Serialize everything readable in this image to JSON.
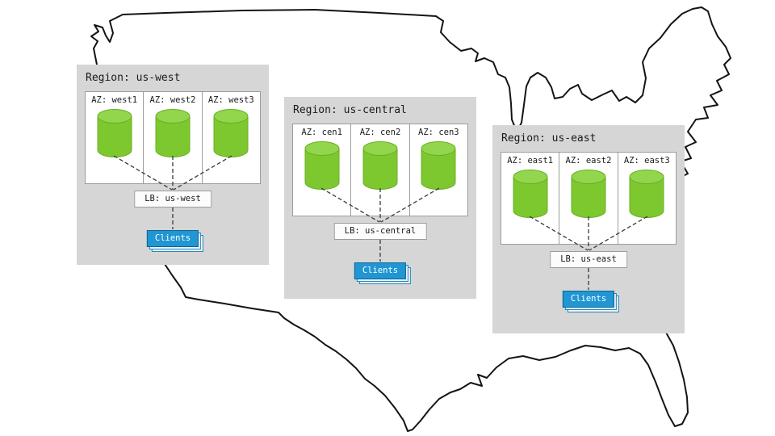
{
  "regions": [
    {
      "title": "Region: us-west",
      "azs": [
        "AZ: west1",
        "AZ: west2",
        "AZ: west3"
      ],
      "lb": "LB: us-west",
      "clients": "Clients"
    },
    {
      "title": "Region: us-central",
      "azs": [
        "AZ: cen1",
        "AZ: cen2",
        "AZ: cen3"
      ],
      "lb": "LB: us-central",
      "clients": "Clients"
    },
    {
      "title": "Region: us-east",
      "azs": [
        "AZ: east1",
        "AZ: east2",
        "AZ: east3"
      ],
      "lb": "LB: us-east",
      "clients": "Clients"
    }
  ],
  "icons": {
    "database-cylinder-icon": "green database cylinder",
    "us-map-outline": "hand-drawn outline of the continental United States"
  },
  "colors": {
    "region_bg": "#d6d6d6",
    "az_bg": "#ffffff",
    "cylinder_green": "#7ec82f",
    "cylinder_top_green": "#92d64d",
    "clients_blue": "#2096d3",
    "map_outline": "#141414"
  }
}
